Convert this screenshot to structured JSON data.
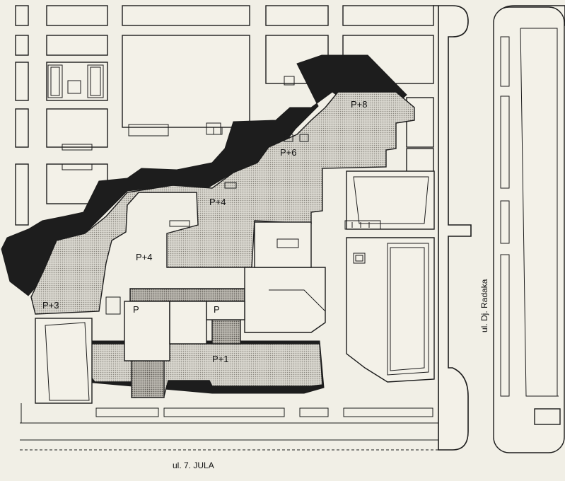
{
  "labels": {
    "p8": "P+8",
    "p6": "P+6",
    "p4_upper": "P+4",
    "p4_lower": "P+4",
    "p3": "P+3",
    "p_left": "P",
    "p_right": "P",
    "p1": "P+1"
  },
  "streets": {
    "bottom": "ul. 7. JULA",
    "right": "ul. Dj. Radaka"
  },
  "colors": {
    "paper": "#f1efe6",
    "ink": "#1c1c1c",
    "shadow": "#1d1d1d",
    "hatch": "#9a978e"
  }
}
